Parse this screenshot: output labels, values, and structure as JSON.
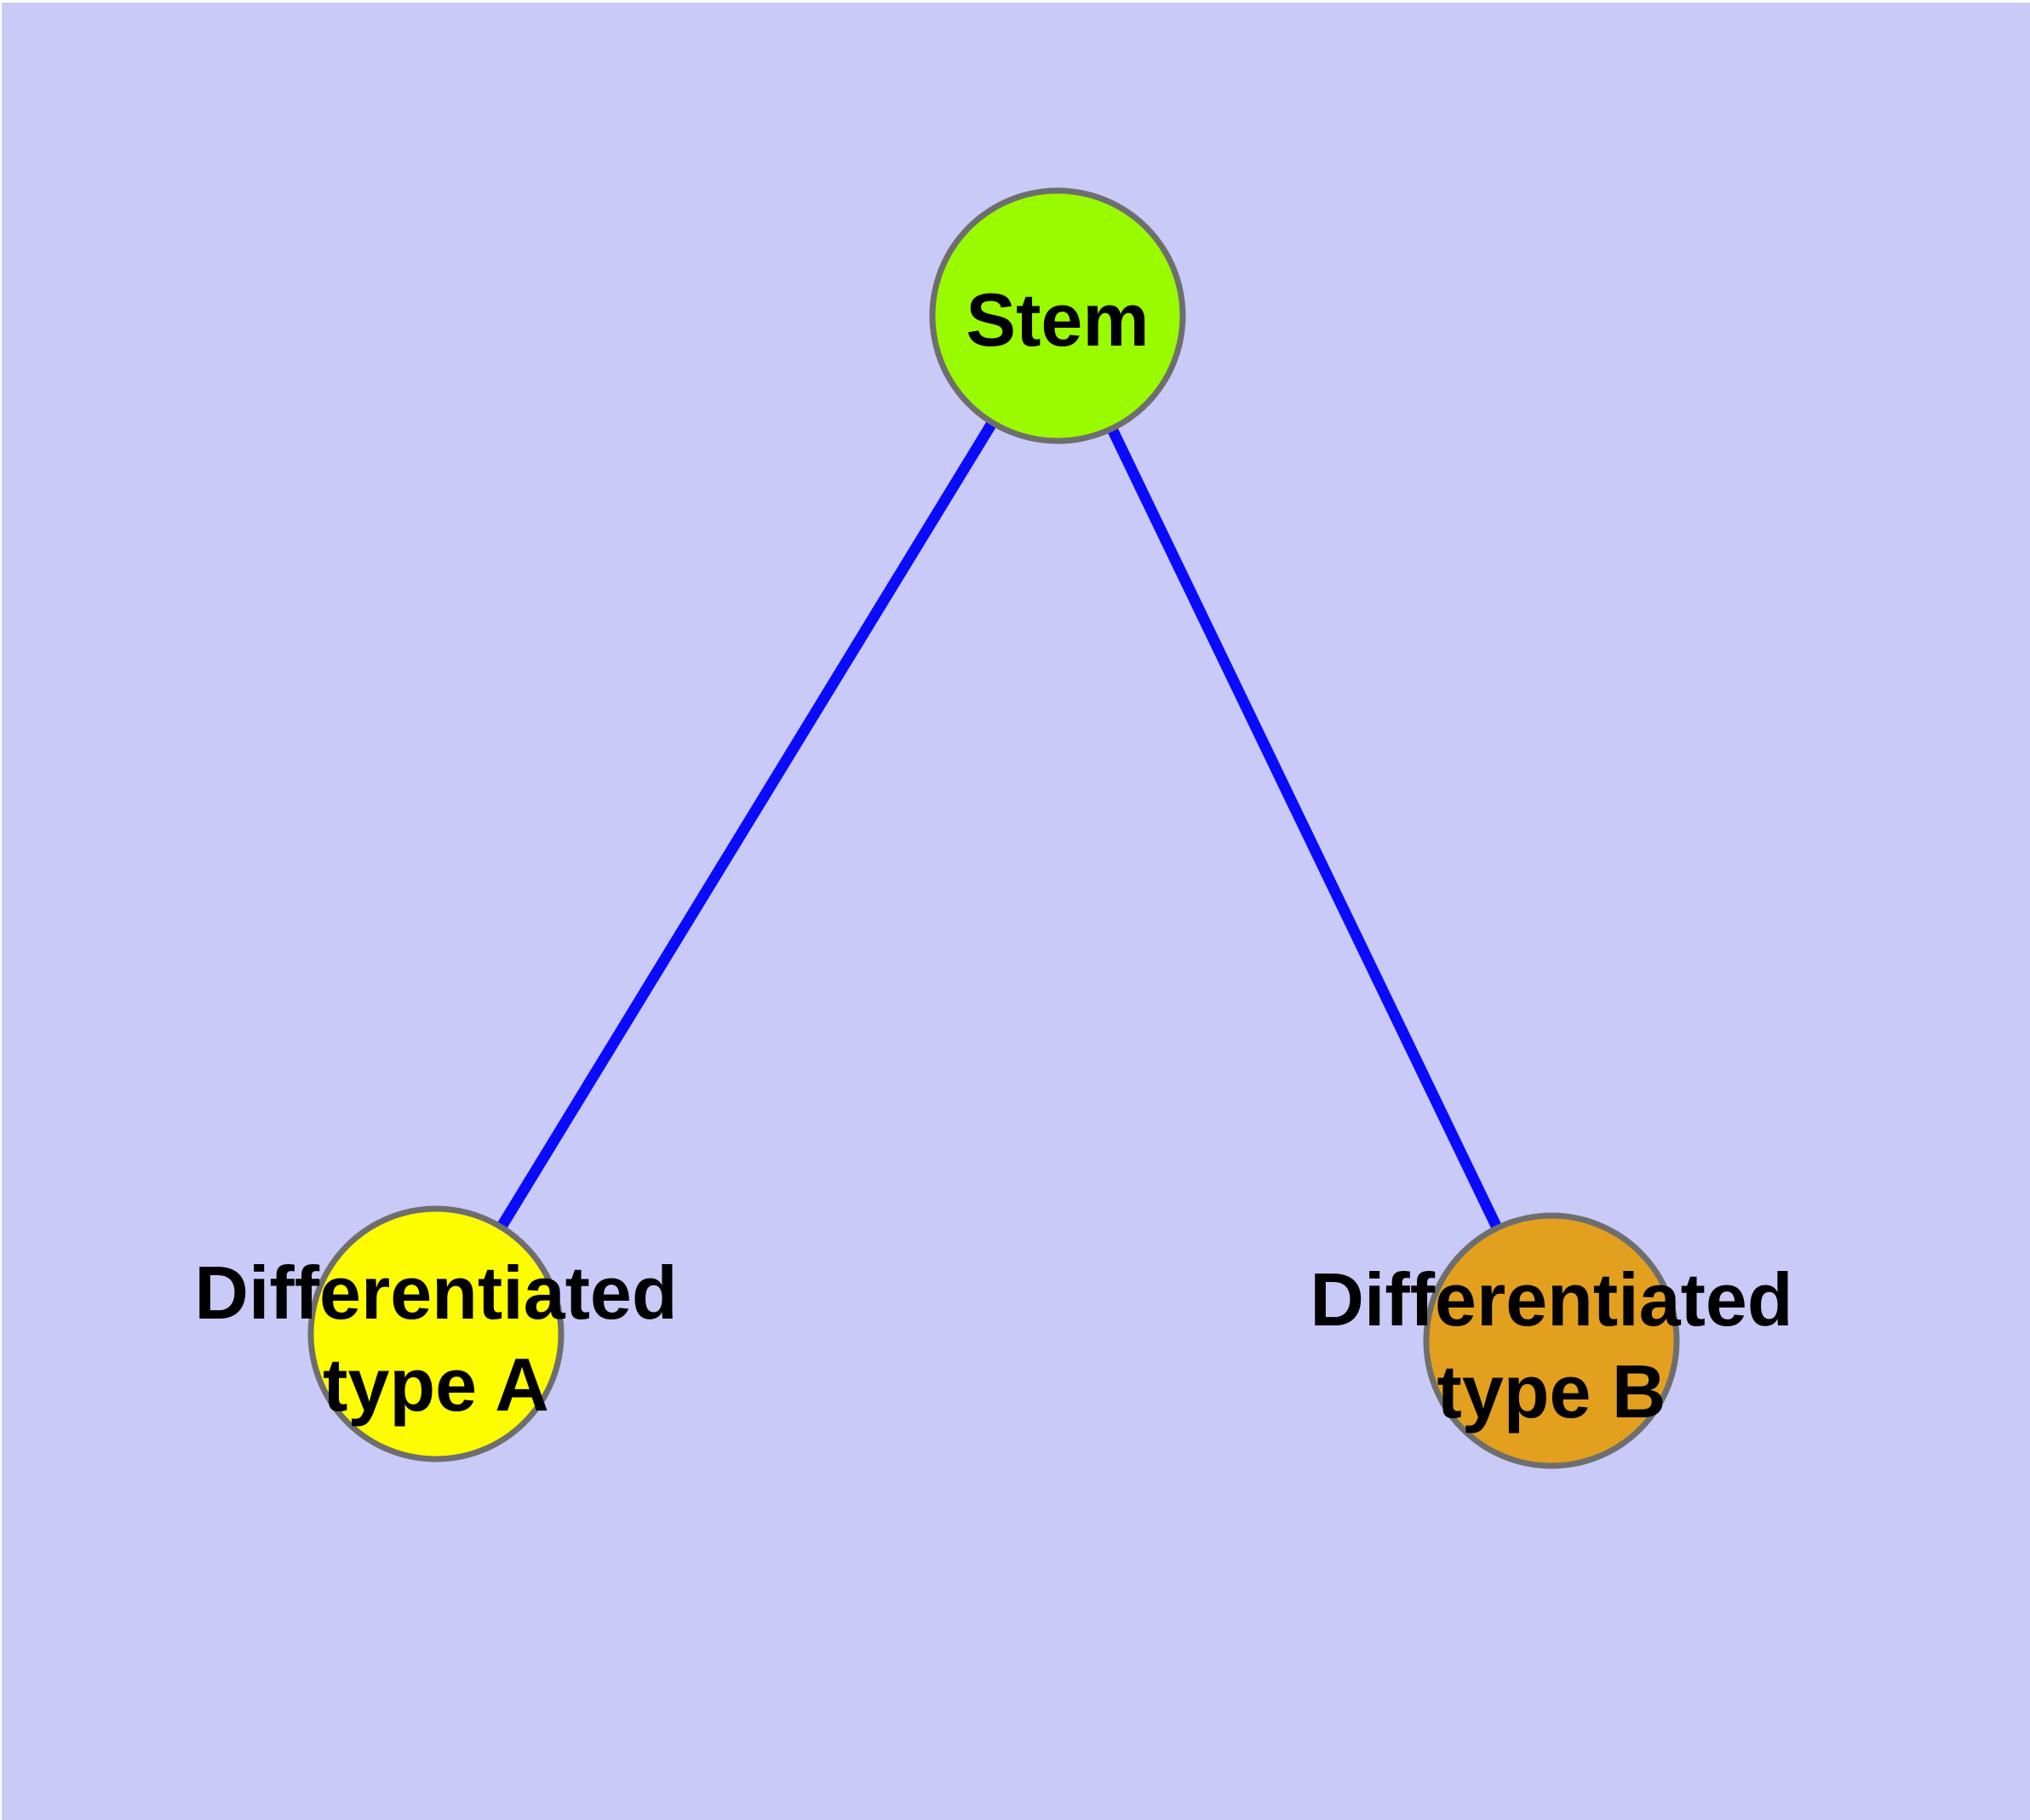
{
  "diagram": {
    "background_color": "#cacaf8",
    "edge_color": "#0a0aff",
    "node_border_color": "#6e6e6e",
    "label_color": "#000000",
    "nodes": [
      {
        "id": "stem",
        "label": "Stem",
        "line1": "Stem",
        "line2": "",
        "fill": "#9afa00"
      },
      {
        "id": "differentiated-type-a",
        "label": "Differentiated type A",
        "line1": "Differentiated",
        "line2": "type A",
        "fill": "#fdfd00"
      },
      {
        "id": "differentiated-type-b",
        "label": "Differentiated type B",
        "line1": "Differentiated",
        "line2": "type B",
        "fill": "#e3a01e"
      }
    ],
    "edges": [
      {
        "from": "Stem",
        "to": "Differentiated type A"
      },
      {
        "from": "Stem",
        "to": "Differentiated type B"
      }
    ]
  }
}
